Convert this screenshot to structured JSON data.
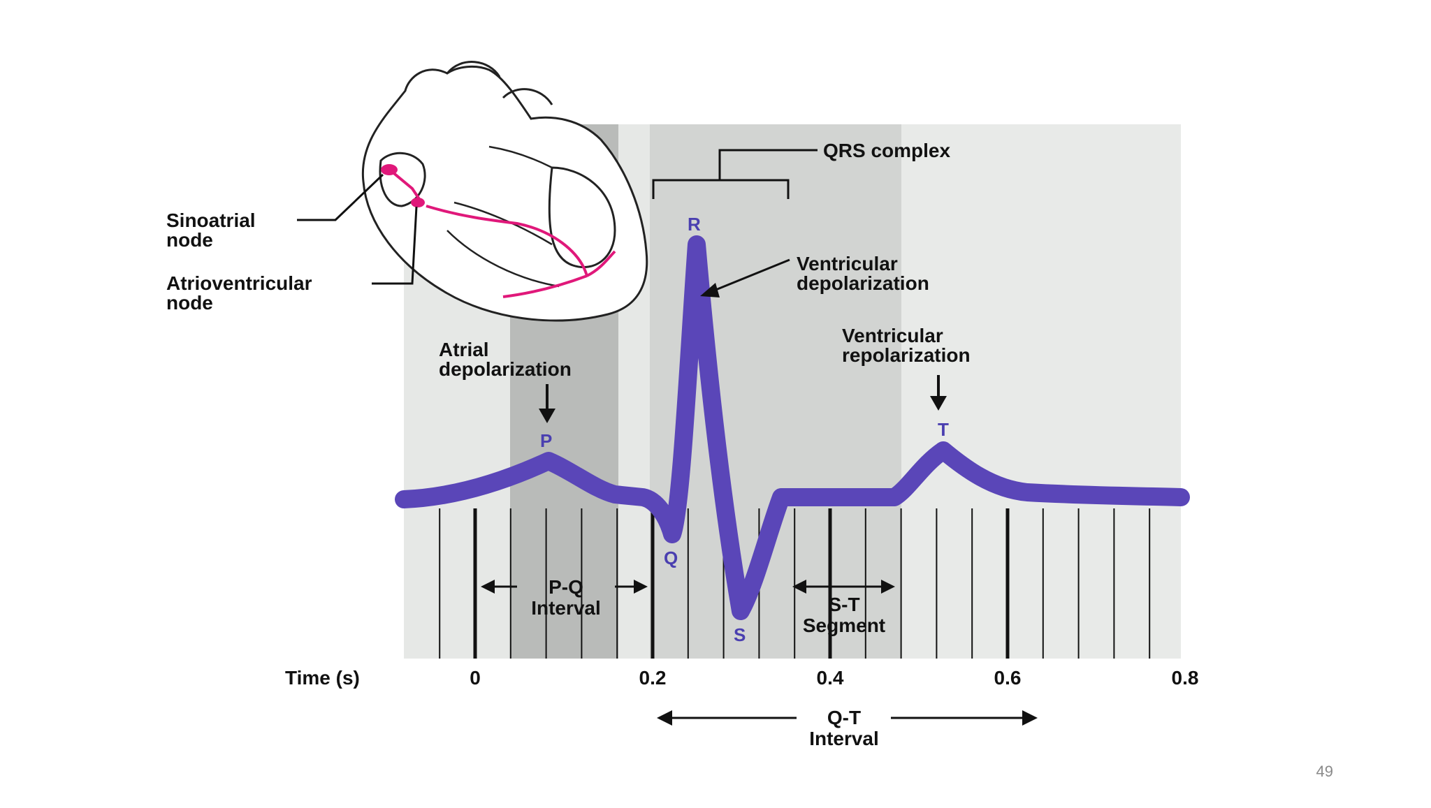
{
  "colors": {
    "wave": "#5a46b8",
    "wave_label": "#4a3fb0",
    "band_light": "#e6e8e6",
    "band_mid": "#d2d4d2",
    "band_dark": "#b9bbb9",
    "conduction": "#e0187a",
    "text": "#111111"
  },
  "labels": {
    "sinoatrial": [
      "Sinoatrial",
      "node"
    ],
    "atrioventricular": [
      "Atrioventricular",
      "node"
    ],
    "qrs_complex": "QRS complex",
    "ventricular_depolarization": [
      "Ventricular",
      "depolarization"
    ],
    "atrial_depolarization": [
      "Atrial",
      "depolarization"
    ],
    "ventricular_repolarization": [
      "Ventricular",
      "repolarization"
    ],
    "pq_interval": [
      "P-Q",
      "Interval"
    ],
    "st_segment": [
      "S-T",
      "Segment"
    ],
    "qt_interval": [
      "Q-T",
      "Interval"
    ],
    "time_axis": "Time (s)"
  },
  "wave_points": {
    "P": "P",
    "Q": "Q",
    "R": "R",
    "S": "S",
    "T": "T"
  },
  "time_ticks": [
    "0",
    "0.2",
    "0.4",
    "0.6",
    "0.8"
  ],
  "page_number": "49"
}
